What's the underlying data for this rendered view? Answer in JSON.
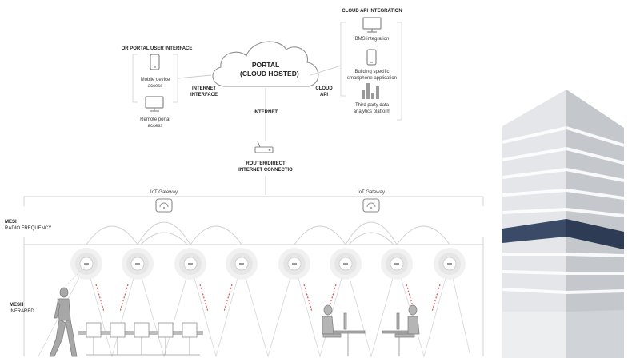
{
  "portal": {
    "line1": "PORTAL",
    "line2": "(CLOUD HOSTED)"
  },
  "portal_ui": {
    "title": "OR PORTAL USER INTERFACE",
    "mobile_line1": "Mobile device",
    "mobile_line2": "access",
    "remote_line1": "Remote portal",
    "remote_line2": "access"
  },
  "cloud_api_integration": {
    "title": "CLOUD API INTEGRATION",
    "bms": "BMS integration",
    "app_line1": "Building specific",
    "app_line2": "smartphone application",
    "analytics_line1": "Third party data",
    "analytics_line2": "analytics platform"
  },
  "connections": {
    "internet_interface_line1": "INTERNET",
    "internet_interface_line2": "INTERFACE",
    "cloud_api_line1": "CLOUD",
    "cloud_api_line2": "API",
    "internet": "INTERNET"
  },
  "router": {
    "line1": "ROUTER/DIRECT",
    "line2": "INTERNET CONNECTIO"
  },
  "gateways": [
    "IoT Gateway",
    "IoT Gateway"
  ],
  "mesh_rf": {
    "line1": "MESH",
    "line2": "RADIO FREQUENCY"
  },
  "mesh_ir": {
    "line1": "MESH",
    "line2": "INFRARED"
  },
  "sensor_count": 8,
  "colors": {
    "line": "#c8c8c8",
    "icon": "#8a8a8a",
    "ir_beam": "#d9534f",
    "building_light": "#d6d9dd",
    "building_dark": "#a9aeb5",
    "building_band": "#3b4a66"
  }
}
